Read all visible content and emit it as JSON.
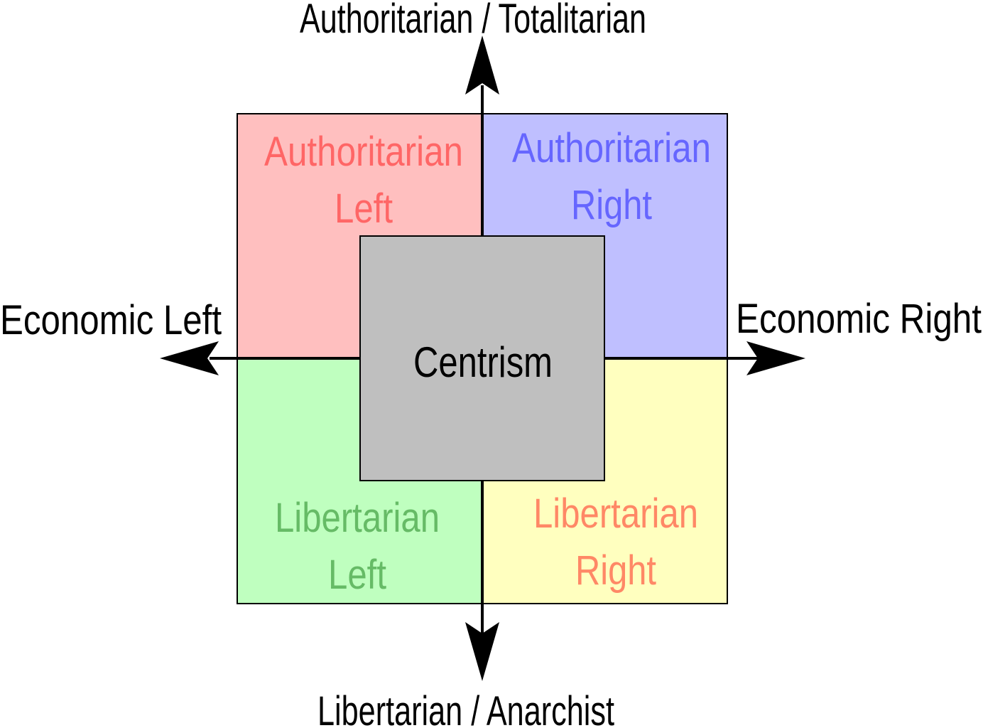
{
  "axes": {
    "top": "Authoritarian / Totalitarian",
    "bottom": "Libertarian / Anarchist",
    "left": "Economic Left",
    "right": "Economic Right"
  },
  "quadrants": {
    "auth_left": {
      "line1": "Authoritarian",
      "line2": "Left",
      "fill": "#ffbfbf",
      "text_color": "#ff6666"
    },
    "auth_right": {
      "line1": "Authoritarian",
      "line2": "Right",
      "fill": "#bfbfff",
      "text_color": "#6666ff"
    },
    "lib_left": {
      "line1": "Libertarian",
      "line2": "Left",
      "fill": "#bfffbf",
      "text_color": "#66bb66"
    },
    "lib_right": {
      "line1": "Libertarian",
      "line2": "Right",
      "fill": "#ffffbf",
      "text_color": "#ff8866"
    }
  },
  "center": {
    "label": "Centrism",
    "fill": "#bfbfbf"
  }
}
